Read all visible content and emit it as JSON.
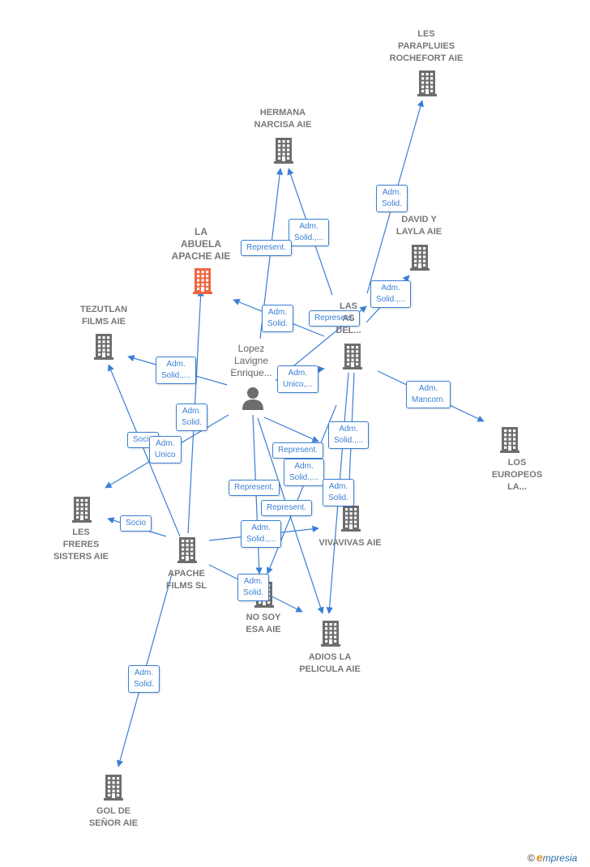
{
  "colors": {
    "edge": "#3a7fd5",
    "building": "#6d6d6d",
    "highlight": "#f0643c",
    "person": "#6d6d6d"
  },
  "nodes": [
    {
      "id": "les_parapluies",
      "label": "LES\nPARAPLUIES\nROCHEFORT AIE",
      "icon": "building-icon"
    },
    {
      "id": "hermana_narcisa",
      "label": "HERMANA\nNARCISA AIE",
      "icon": "building-icon"
    },
    {
      "id": "david_layla",
      "label": "DAVID Y\nLAYLA AIE",
      "icon": "building-icon"
    },
    {
      "id": "la_abuela",
      "label": "LA\nABUELA\nAPACHE AIE",
      "icon": "building-icon",
      "highlight": true
    },
    {
      "id": "tezutlan",
      "label": "TEZUTLAN\nFILMS  AIE",
      "icon": "building-icon"
    },
    {
      "id": "las_del",
      "label": "LAS\nAS\nDEL...",
      "icon": "building-icon"
    },
    {
      "id": "lopez",
      "label": "Lopez\nLavigne\nEnrique...",
      "icon": "person-icon"
    },
    {
      "id": "los_europeos",
      "label": "LOS\nEUROPEOS\nLA...",
      "icon": "building-icon"
    },
    {
      "id": "les_freres",
      "label": "LES\nFRERES\nSISTERS AIE",
      "icon": "building-icon"
    },
    {
      "id": "vivavivas",
      "label": "VIVAVIVAS AIE",
      "icon": "building-icon"
    },
    {
      "id": "apache_films",
      "label": "APACHE\nFILMS  SL",
      "icon": "building-icon"
    },
    {
      "id": "no_soy_esa",
      "label": "NO SOY\nESA AIE",
      "icon": "building-icon"
    },
    {
      "id": "adios_la_pelicula",
      "label": "ADIOS LA\nPELICULA AIE",
      "icon": "building-icon"
    },
    {
      "id": "gol_de_senor",
      "label": "GOL DE\nSEÑOR AIE",
      "icon": "building-icon"
    }
  ],
  "edges": [
    {
      "from": "las_del",
      "to": "les_parapluies",
      "label": "Adm.\nSolid."
    },
    {
      "from": "las_del",
      "to": "hermana_narcisa",
      "label": "Adm.\nSolid.,..."
    },
    {
      "from": "lopez",
      "to": "hermana_narcisa",
      "label": "Represent."
    },
    {
      "from": "las_del",
      "to": "david_layla",
      "label": "Adm.\nSolid.,..."
    },
    {
      "from": "las_del",
      "to": "la_abuela",
      "label": "Adm.\nSolid."
    },
    {
      "from": "lopez",
      "to": "las_del",
      "label": "Represent."
    },
    {
      "from": "lopez",
      "to": "tezutlan",
      "label": "Adm.\nSolid.,..."
    },
    {
      "from": "lopez",
      "to": "las_del",
      "label": "Adm.\nUnico,..."
    },
    {
      "from": "apache_films",
      "to": "la_abuela",
      "label": "Adm.\nSolid."
    },
    {
      "from": "las_del",
      "to": "los_europeos",
      "label": "Adm.\nMancom."
    },
    {
      "from": "apache_films",
      "to": "tezutlan",
      "label": "Socio"
    },
    {
      "from": "lopez",
      "to": "les_freres",
      "label": "Adm.\nUnico"
    },
    {
      "from": "apache_films",
      "to": "les_freres",
      "label": "Socio"
    },
    {
      "from": "lopez",
      "to": "vivavivas",
      "label": "Represent."
    },
    {
      "from": "las_del",
      "to": "no_soy_esa",
      "label": "Adm.\nSolid.,..."
    },
    {
      "from": "las_del",
      "to": "adios_la_pelicula",
      "label": "Adm.\nSolid.,..."
    },
    {
      "from": "las_del",
      "to": "vivavivas",
      "label": "Adm.\nSolid."
    },
    {
      "from": "lopez",
      "to": "no_soy_esa",
      "label": "Represent."
    },
    {
      "from": "lopez",
      "to": "adios_la_pelicula",
      "label": "Represent."
    },
    {
      "from": "apache_films",
      "to": "vivavivas",
      "label": "Adm.\nSolid.,..."
    },
    {
      "from": "apache_films",
      "to": "adios_la_pelicula",
      "label": "Adm.\nSolid."
    },
    {
      "from": "apache_films",
      "to": "gol_de_senor",
      "label": "Adm.\nSolid."
    }
  ],
  "brand": {
    "copyright": "©",
    "first_letter": "e",
    "rest": "mpresia"
  }
}
